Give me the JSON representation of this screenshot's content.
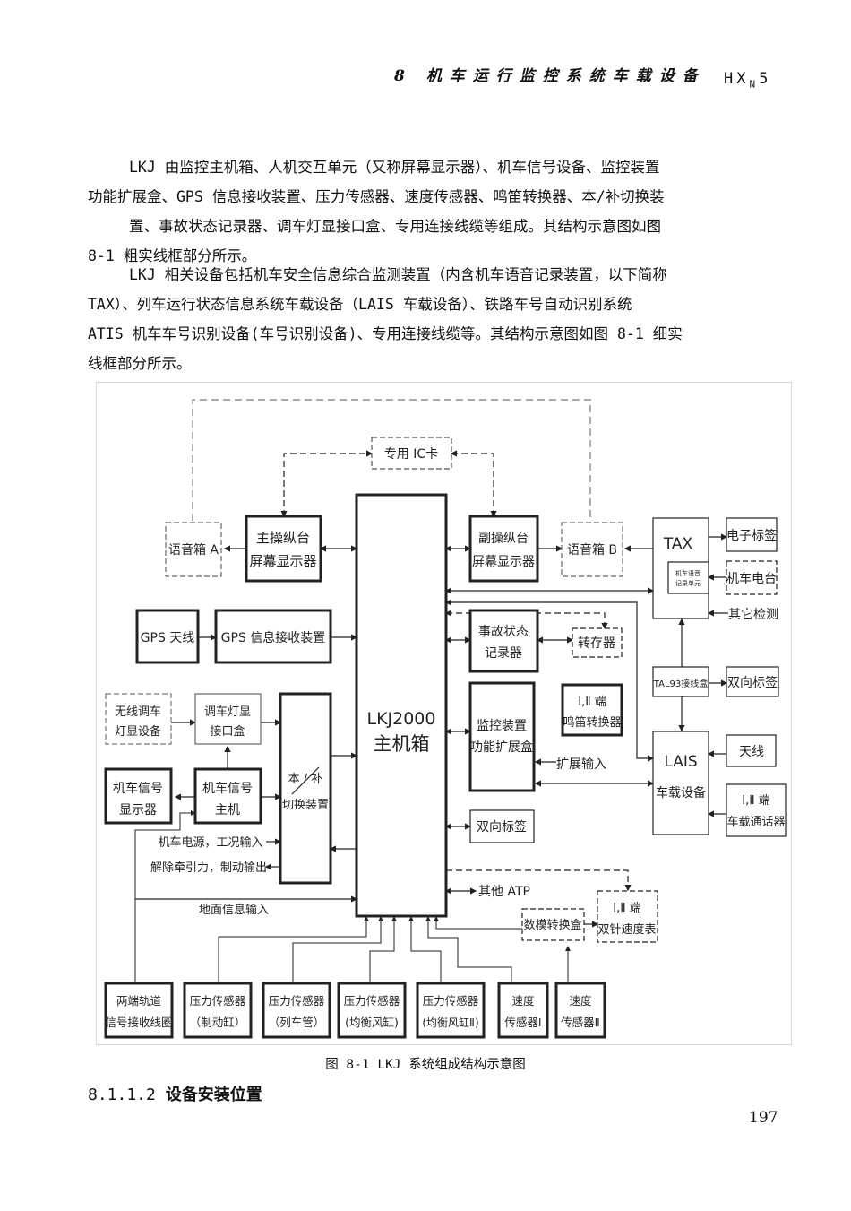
{
  "header": {
    "chapter_title": "8 机车运行监控系统车载设备",
    "model_main": "HX",
    "model_sub": "N",
    "model_suffix": "5"
  },
  "paragraphs": [
    {
      "lines": [
        "LKJ 由监控主机箱、人机交互单元（又称屏幕显示器）、机车信号设备、监控装置",
        "功能扩展盒、GPS 信息接收装置、压力传感器、速度传感器、鸣笛转换器、本/补切换装",
        "置、事故状态记录器、调车灯显接口盒、专用连接线缆等组成。其结构示意图如图",
        "8-1 粗实线框部分所示。"
      ]
    },
    {
      "lines": [
        "LKJ 相关设备包括机车安全信息综合监测装置（内含机车语音记录装置，以下简称",
        "TAX）、列车运行状态信息系统车载设备（LAIS 车载设备）、铁路车号自动识别系统",
        "ATIS 机车车号识别设备(车号识别设备)、专用连接线缆等。其结构示意图如图 8-1 细实",
        "线框部分所示。"
      ]
    }
  ],
  "figure": {
    "caption": "图 8-1   LKJ 系统组成结构示意图",
    "boxes": {
      "ic_card": "专用 IC卡",
      "voice_a": "语音箱 A",
      "main_display_l1": "主操纵台",
      "main_display_l2": "屏幕显示器",
      "lkj_l1": "LKJ2000",
      "lkj_l2": "主机箱",
      "aux_display_l1": "副操纵台",
      "aux_display_l2": "屏幕显示器",
      "voice_b": "语音箱 B",
      "tax": "TAX",
      "tax_sub_l1": "机车语音",
      "tax_sub_l2": "记录单元",
      "e_tag": "电子标签",
      "radio": "机车电台",
      "other_detect": "其它检测",
      "gps_antenna": "GPS 天线",
      "gps_receiver": "GPS 信息接收装置",
      "accident_l1": "事故状态",
      "accident_l2": "记录器",
      "transfer": "转存器",
      "tal93": "TAL93接线盒",
      "bidir_tag_r": "双向标签",
      "wireless_l1": "无线调车",
      "wireless_l2": "灯显设备",
      "shunt_l1": "调车灯显",
      "shunt_l2": "接口盒",
      "monitor_ext_l1": "监控装置",
      "monitor_ext_l2": "功能扩展盒",
      "whistle_l1": "Ⅰ,Ⅱ 端",
      "whistle_l2": "鸣笛转换器",
      "lais_l1": "LAIS",
      "lais_l2": "车载设备",
      "antenna": "天线",
      "intercom_l1": "Ⅰ,Ⅱ 端",
      "intercom_l2": "车载通话器",
      "switch_l1": "本 / 补",
      "switch_l2": "切换装置",
      "signal_display_l1": "机车信号",
      "signal_display_l2": "显示器",
      "signal_host_l1": "机车信号",
      "signal_host_l2": "主机",
      "ext_input": "扩展输入",
      "bidir_tag_c": "双向标签",
      "power_input": "机车电源，工况输入",
      "traction_output": "解除牵引力，制动输出",
      "ground_input": "地面信息输入",
      "other_atp": "其他 ATP",
      "da_box": "数模转换盒",
      "speedometer_l1": "Ⅰ,Ⅱ 端",
      "speedometer_l2": "双针速度表",
      "track_coil_l1": "两端轨道",
      "track_coil_l2": "信号接收线圈",
      "p_brake_l1": "压力传感器",
      "p_brake_l2": "（制动缸）",
      "p_train_l1": "压力传感器",
      "p_train_l2": "（列车管）",
      "p_eq_l1": "压力传感器",
      "p_eq_l2": "(均衡风缸)",
      "p_eq2_l1": "压力传感器",
      "p_eq2_l2": "(均衡风缸Ⅱ)",
      "speed1_l1": "速度",
      "speed1_l2": "传感器Ⅰ",
      "speed2_l1": "速度",
      "speed2_l2": "传感器Ⅱ"
    }
  },
  "section": {
    "number": "8.1.1.2",
    "title": "设备安装位置"
  },
  "page_number": "197"
}
